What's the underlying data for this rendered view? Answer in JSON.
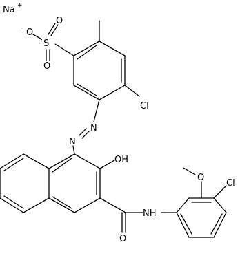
{
  "molecule": {
    "counter_ion": {
      "symbol": "Na",
      "charge": "+"
    },
    "sulfonate": {
      "oxygen_charge": "-"
    },
    "labels": {
      "S": "S",
      "O_top": "O",
      "O_bottom": "O",
      "O_minus": "O",
      "Cl_ring": "Cl",
      "N_azo_1": "N",
      "N_azo_2": "N",
      "OH": "OH",
      "O_carbonyl": "O",
      "NH": "NH",
      "O_methoxy": "O",
      "Cl_aryl": "Cl"
    }
  }
}
